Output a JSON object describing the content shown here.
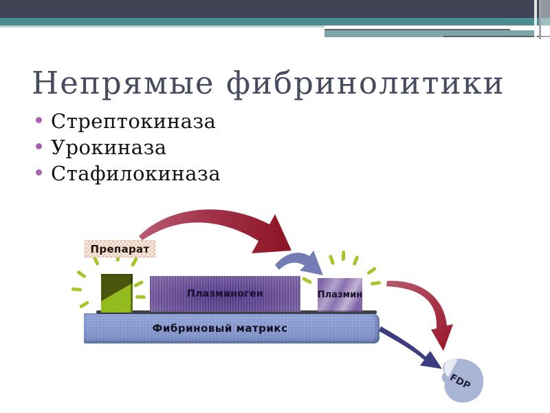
{
  "slide": {
    "title": "Непрямые фибринолитики",
    "bullets": [
      "Стрептокиназа",
      "Урокиназа",
      "Стафилокиназа"
    ]
  },
  "diagram": {
    "drug_label": "Препарат",
    "plasminogen_label": "Плазминоген",
    "plasmin_label": "Плазмин",
    "matrix_label": "Фибриновый матрикс",
    "fdp_label": "FDP",
    "arrows": [
      {
        "name": "drug-to-plasminogen",
        "color": "#8c1322"
      },
      {
        "name": "plasminogen-to-plasmin",
        "color": "#737cb3"
      },
      {
        "name": "plasmin-to-fdp",
        "color": "#9c1a2e"
      },
      {
        "name": "matrix-to-fdp",
        "color": "#3c3c80"
      }
    ]
  },
  "colors": {
    "header_dark": "#3f4353",
    "header_teal": "#4c8b90",
    "header_teal_muted": "#7ea5aa",
    "title_text": "#474b5e",
    "bullet_dot": "#a763ab",
    "body_text": "#121212",
    "drug_green_dark": "#4a560e",
    "drug_green_light": "#93ba1f",
    "glow_ray_green": "#a6c52f",
    "plasminogen_purple": "#6f55a0",
    "plasmin_purple": "#8a72ae",
    "matrix_blue": "#8093ca",
    "fdp_blob_blue": "#aab5d5",
    "drug_label_checker_pink": "#eec5b1"
  }
}
